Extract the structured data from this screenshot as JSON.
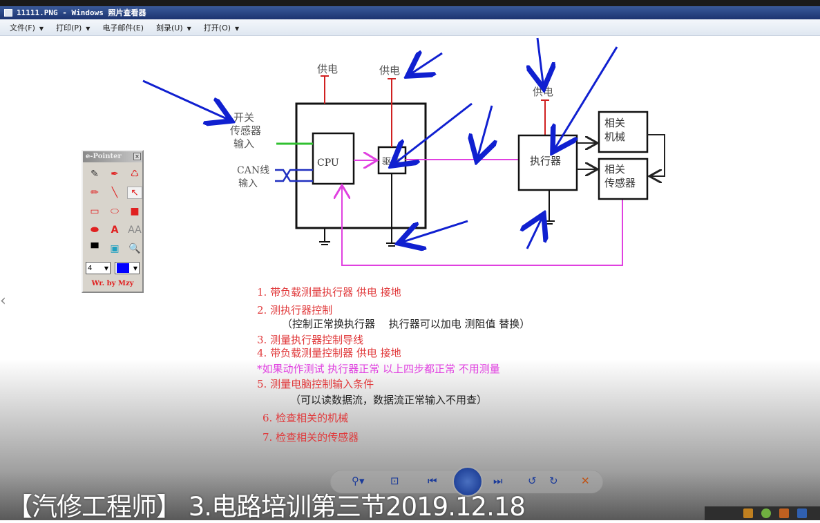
{
  "window": {
    "title": "11111.PNG - Windows 照片查看器"
  },
  "menu": [
    {
      "label": "文件(F)"
    },
    {
      "label": "打印(P)"
    },
    {
      "label": "电子邮件(E)"
    },
    {
      "label": "刻录(U)"
    },
    {
      "label": "打开(O)"
    }
  ],
  "diagram": {
    "supply": "供电",
    "switch_input": [
      "开关",
      "传感器",
      "输入"
    ],
    "can_input": [
      "CAN线",
      "输入"
    ],
    "cpu": "CPU",
    "driver": "驱动",
    "executor": "执行器",
    "mechanism": [
      "相关",
      "机械"
    ],
    "sensor": [
      "相关",
      "传感器"
    ]
  },
  "steps": [
    "1. 带负载测量执行器 供电 接地",
    "2. 测执行器控制",
    "（控制正常换执行器　 执行器可以加电 测阻值 替换）",
    "3. 测量执行器控制导线",
    "4. 带负载测量控制器 供电 接地",
    "*如果动作测试 执行器正常 以上四步都正常 不用测量",
    "5. 测量电脑控制输入条件",
    "（可以读数据流，数据流正常输入不用查）",
    "6. 检查相关的机械",
    "7. 检查相关的传感器"
  ],
  "pointer_tool": {
    "title": "e-Pointer",
    "size": "4",
    "credit": "Wr. by Mzy",
    "color": "#0000ff"
  },
  "caption": "【汽修工程师】 3.电路培训第三节2019.12.18",
  "colors": {
    "red": "#e0383a",
    "magenta": "#e040e0",
    "blue_annot": "#1020d0",
    "title_bar": "#1c3470"
  }
}
